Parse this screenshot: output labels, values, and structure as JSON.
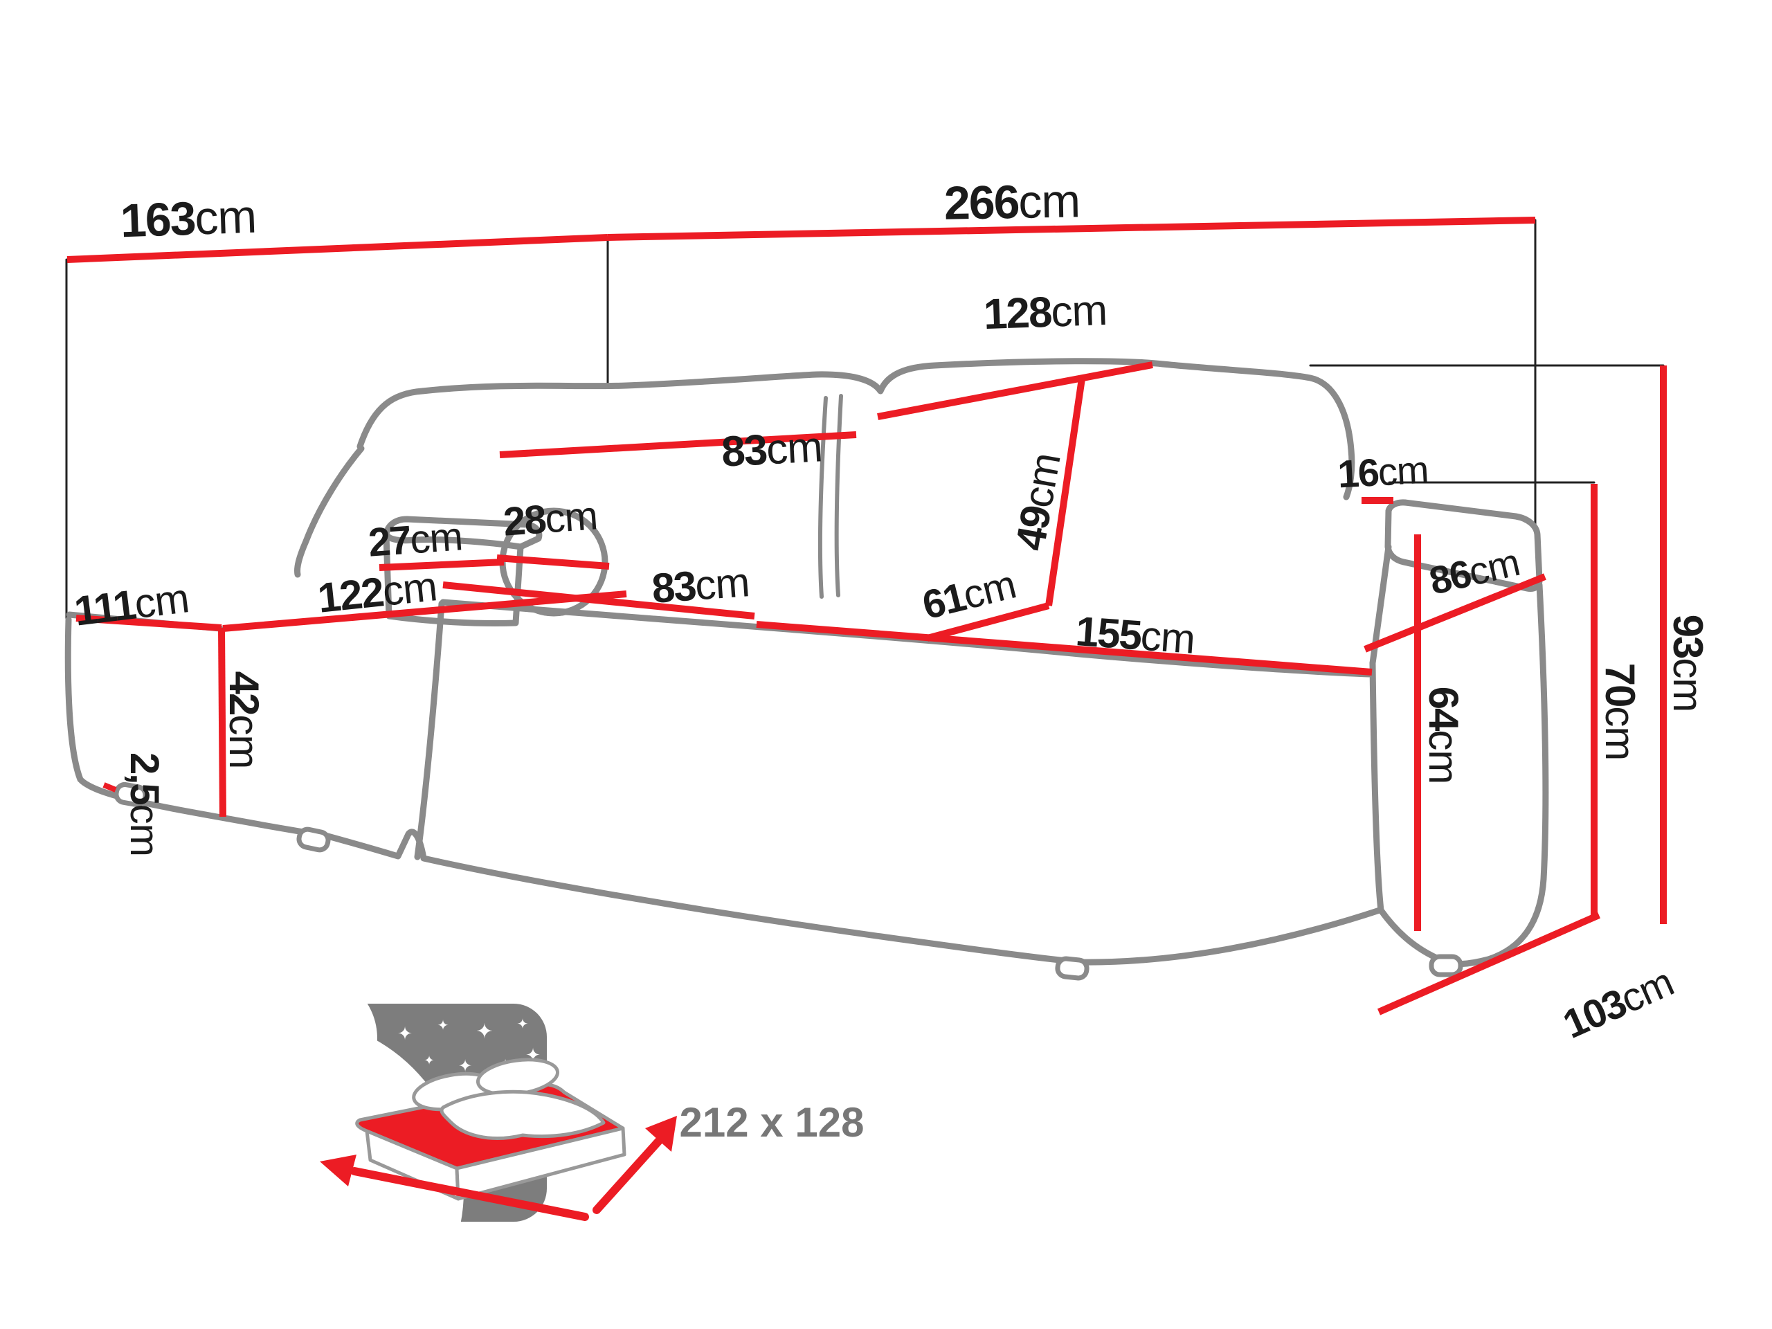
{
  "diagram": {
    "type": "corner-sofa-dimension-diagram",
    "unit": "cm",
    "colors": {
      "dimension_line": "#ec1c24",
      "outline_gray": "#8a8a8a",
      "label_text": "#1b1b1b",
      "icon_gray": "#7d7d7d",
      "icon_text": "#777777"
    }
  },
  "dims": [
    {
      "name": "back-width-left-side",
      "value": "163",
      "unit": "cm"
    },
    {
      "name": "back-width-total",
      "value": "266",
      "unit": "cm"
    },
    {
      "name": "backrest-cushion-left",
      "value": "83",
      "unit": "cm"
    },
    {
      "name": "backrest-cushion-right",
      "value": "128",
      "unit": "cm"
    },
    {
      "name": "side-cushion-depth",
      "value": "27",
      "unit": "cm"
    },
    {
      "name": "round-pillow-diameter",
      "value": "28",
      "unit": "cm"
    },
    {
      "name": "chaise-front-width",
      "value": "111",
      "unit": "cm"
    },
    {
      "name": "chaise-length",
      "value": "122",
      "unit": "cm"
    },
    {
      "name": "seat-depth",
      "value": "83",
      "unit": "cm"
    },
    {
      "name": "corner-seat-width",
      "value": "61",
      "unit": "cm"
    },
    {
      "name": "backrest-height",
      "value": "49",
      "unit": "cm"
    },
    {
      "name": "seat-front-width",
      "value": "155",
      "unit": "cm"
    },
    {
      "name": "armrest-offset",
      "value": "16",
      "unit": "cm"
    },
    {
      "name": "armrest-length",
      "value": "86",
      "unit": "cm"
    },
    {
      "name": "seat-height",
      "value": "42",
      "unit": "cm"
    },
    {
      "name": "foot-height",
      "value": "2,5",
      "unit": "cm"
    },
    {
      "name": "armrest-height",
      "value": "64",
      "unit": "cm"
    },
    {
      "name": "armrest-top-height",
      "value": "70",
      "unit": "cm"
    },
    {
      "name": "total-height",
      "value": "93",
      "unit": "cm"
    },
    {
      "name": "total-depth",
      "value": "103",
      "unit": "cm"
    }
  ],
  "sleeping_area": {
    "value": "212 x 128"
  }
}
